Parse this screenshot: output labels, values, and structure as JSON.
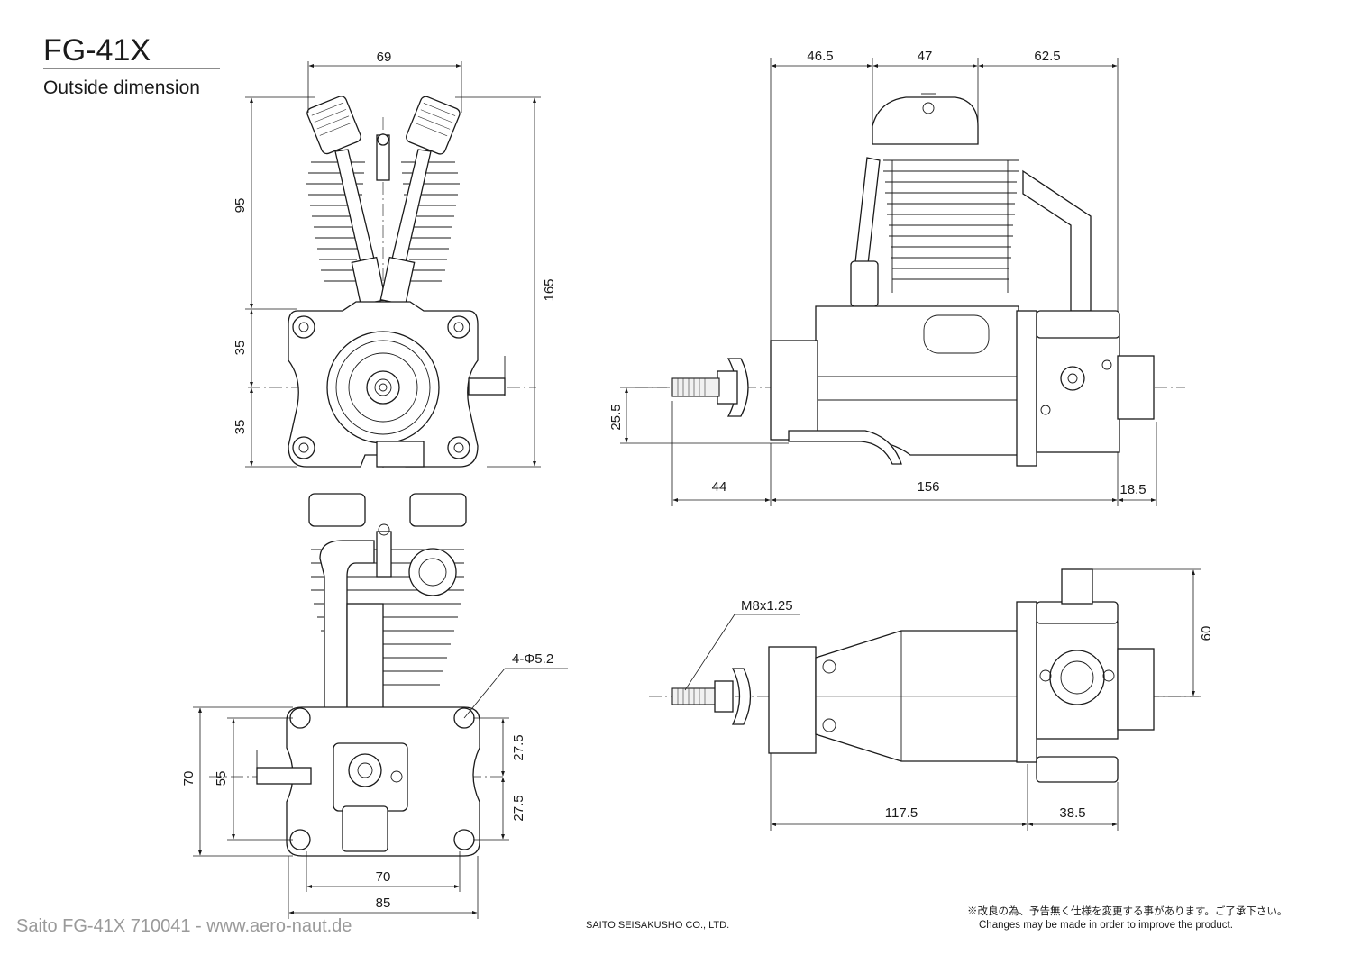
{
  "title": {
    "model": "FG-41X",
    "subtitle": "Outside dimension"
  },
  "front_view": {
    "dim_width": "69",
    "dim_upper_height": "95",
    "dim_mid": "35",
    "dim_low": "35",
    "dim_total_height": "165"
  },
  "side_view": {
    "dim_top_left": "46.5",
    "dim_top_mid": "47",
    "dim_top_right": "62.5",
    "dim_thrust_height": "25.5",
    "dim_bottom_left": "44",
    "dim_bottom_mid": "156",
    "dim_bottom_right": "18.5"
  },
  "rear_view": {
    "hole_note": "4-Φ5.2",
    "dim_height_outer": "70",
    "dim_height_inner": "55",
    "dim_upper_half": "27.5",
    "dim_lower_half": "27.5",
    "dim_width_inner": "70",
    "dim_width_outer": "85"
  },
  "top_view": {
    "thread_note": "M8x1.25",
    "dim_height": "60",
    "dim_left": "117.5",
    "dim_right": "38.5"
  },
  "footer": {
    "source": "Saito FG-41X 710041 - www.aero-naut.de",
    "maker": "SAITO SEISAKUSHO CO., LTD.",
    "notice_jp": "※改良の為、予告無く仕様を変更する事があります。ご了承下さい。",
    "notice_en": "Changes may be made in order to improve the product."
  }
}
